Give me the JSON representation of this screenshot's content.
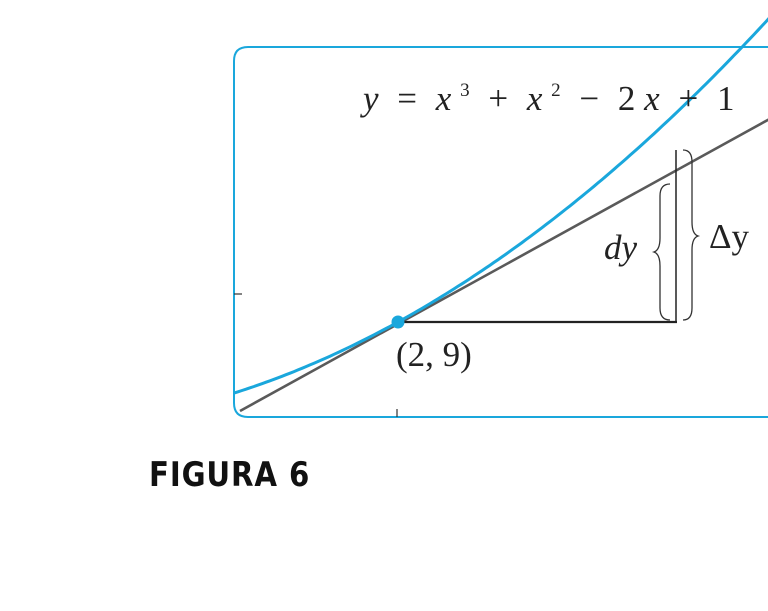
{
  "equation": {
    "y": "y",
    "equals": "=",
    "x1": "x",
    "exp1": "3",
    "plus1": "+",
    "x2": "x",
    "exp2": "2",
    "minus": "−",
    "two_x": "2",
    "x3": "x",
    "plus2": "+",
    "one": "1"
  },
  "labels": {
    "dy": "dy",
    "delta_y": "Δy",
    "point": "(2, 9)"
  },
  "caption": "FIGURA 6",
  "colors": {
    "curve": "#1aa7dc",
    "tangent": "#5a5a5a",
    "frame": "#1aa7dc",
    "point": "#1aa7dc",
    "dx_line": "#222222"
  }
}
